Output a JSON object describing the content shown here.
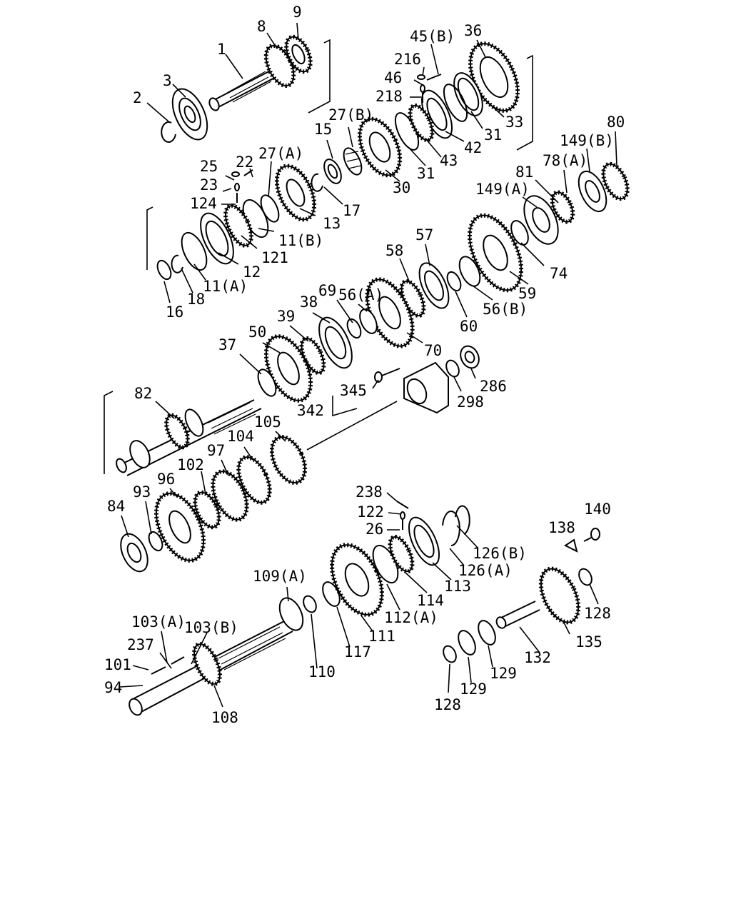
{
  "diagram": {
    "callouts": [
      {
        "id": "c9",
        "text": "9"
      },
      {
        "id": "c8",
        "text": "8"
      },
      {
        "id": "c1",
        "text": "1"
      },
      {
        "id": "c3",
        "text": "3"
      },
      {
        "id": "c2",
        "text": "2"
      },
      {
        "id": "c45b",
        "text": "45(B)"
      },
      {
        "id": "c36",
        "text": "36"
      },
      {
        "id": "c216",
        "text": "216"
      },
      {
        "id": "c46",
        "text": "46"
      },
      {
        "id": "c218",
        "text": "218"
      },
      {
        "id": "c27b",
        "text": "27(B)"
      },
      {
        "id": "c15",
        "text": "15"
      },
      {
        "id": "c33",
        "text": "33"
      },
      {
        "id": "c31a",
        "text": "31"
      },
      {
        "id": "c42",
        "text": "42"
      },
      {
        "id": "c31b",
        "text": "31"
      },
      {
        "id": "c43",
        "text": "43"
      },
      {
        "id": "c30",
        "text": "30"
      },
      {
        "id": "c80",
        "text": "80"
      },
      {
        "id": "c149b",
        "text": "149(B)"
      },
      {
        "id": "c78a",
        "text": "78(A)"
      },
      {
        "id": "c81",
        "text": "81"
      },
      {
        "id": "c149a",
        "text": "149(A)"
      },
      {
        "id": "c25",
        "text": "25"
      },
      {
        "id": "c22",
        "text": "22"
      },
      {
        "id": "c27a",
        "text": "27(A)"
      },
      {
        "id": "c23",
        "text": "23"
      },
      {
        "id": "c124",
        "text": "124"
      },
      {
        "id": "c17",
        "text": "17"
      },
      {
        "id": "c13",
        "text": "13"
      },
      {
        "id": "c11b",
        "text": "11(B)"
      },
      {
        "id": "c121",
        "text": "121"
      },
      {
        "id": "c12",
        "text": "12"
      },
      {
        "id": "c11a",
        "text": "11(A)"
      },
      {
        "id": "c18",
        "text": "18"
      },
      {
        "id": "c16",
        "text": "16"
      },
      {
        "id": "c57",
        "text": "57"
      },
      {
        "id": "c58",
        "text": "58"
      },
      {
        "id": "c74",
        "text": "74"
      },
      {
        "id": "c59",
        "text": "59"
      },
      {
        "id": "c56a",
        "text": "56(A)"
      },
      {
        "id": "c69",
        "text": "69"
      },
      {
        "id": "c38",
        "text": "38"
      },
      {
        "id": "c39",
        "text": "39"
      },
      {
        "id": "c56b",
        "text": "56(B)"
      },
      {
        "id": "c60",
        "text": "60"
      },
      {
        "id": "c50",
        "text": "50"
      },
      {
        "id": "c70",
        "text": "70"
      },
      {
        "id": "c37",
        "text": "37"
      },
      {
        "id": "c286",
        "text": "286"
      },
      {
        "id": "c345",
        "text": "345"
      },
      {
        "id": "c298",
        "text": "298"
      },
      {
        "id": "c82",
        "text": "82"
      },
      {
        "id": "c342",
        "text": "342"
      },
      {
        "id": "c105",
        "text": "105"
      },
      {
        "id": "c104",
        "text": "104"
      },
      {
        "id": "c97",
        "text": "97"
      },
      {
        "id": "c102",
        "text": "102"
      },
      {
        "id": "c96",
        "text": "96"
      },
      {
        "id": "c93",
        "text": "93"
      },
      {
        "id": "c84",
        "text": "84"
      },
      {
        "id": "c238",
        "text": "238"
      },
      {
        "id": "c140",
        "text": "140"
      },
      {
        "id": "c122",
        "text": "122"
      },
      {
        "id": "c138",
        "text": "138"
      },
      {
        "id": "c26",
        "text": "26"
      },
      {
        "id": "c126b",
        "text": "126(B)"
      },
      {
        "id": "c126a",
        "text": "126(A)"
      },
      {
        "id": "c113",
        "text": "113"
      },
      {
        "id": "c109a",
        "text": "109(A)"
      },
      {
        "id": "c114",
        "text": "114"
      },
      {
        "id": "c128a",
        "text": "128"
      },
      {
        "id": "c112a",
        "text": "112(A)"
      },
      {
        "id": "c103a",
        "text": "103(A)"
      },
      {
        "id": "c103b",
        "text": "103(B)"
      },
      {
        "id": "c111",
        "text": "111"
      },
      {
        "id": "c135",
        "text": "135"
      },
      {
        "id": "c237",
        "text": "237"
      },
      {
        "id": "c117",
        "text": "117"
      },
      {
        "id": "c132",
        "text": "132"
      },
      {
        "id": "c101",
        "text": "101"
      },
      {
        "id": "c110",
        "text": "110"
      },
      {
        "id": "c129a",
        "text": "129"
      },
      {
        "id": "c94",
        "text": "94"
      },
      {
        "id": "c129b",
        "text": "129"
      },
      {
        "id": "c108",
        "text": "108"
      },
      {
        "id": "c128b",
        "text": "128"
      }
    ]
  }
}
